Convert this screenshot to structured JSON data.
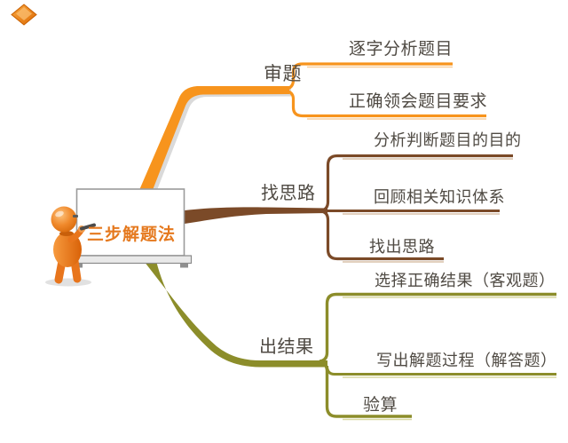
{
  "root": {
    "title": "三步解题法"
  },
  "branches": [
    {
      "label": "审题",
      "color": "#F7941D",
      "children": [
        "逐字分析题目",
        "正确领会题目要求"
      ]
    },
    {
      "label": "找思路",
      "color": "#7B4A28",
      "children": [
        "分析判断题目的目的",
        "回顾相关知识体系",
        "找出思路"
      ]
    },
    {
      "label": "出结果",
      "color": "#8C8D2A",
      "children": [
        "选择正确结果（客观题）",
        "写出解题过程（解答题）",
        "验算"
      ]
    }
  ],
  "colors": {
    "branch1": "#F7941D",
    "branch1_light": "#F8CF9E",
    "branch2": "#7B4A28",
    "branch2_light": "#D8C0A8",
    "branch3": "#8C8D2A",
    "branch3_light": "#D9D9A4",
    "title_text": "#E5791E",
    "node_text": "#4F4A43"
  }
}
